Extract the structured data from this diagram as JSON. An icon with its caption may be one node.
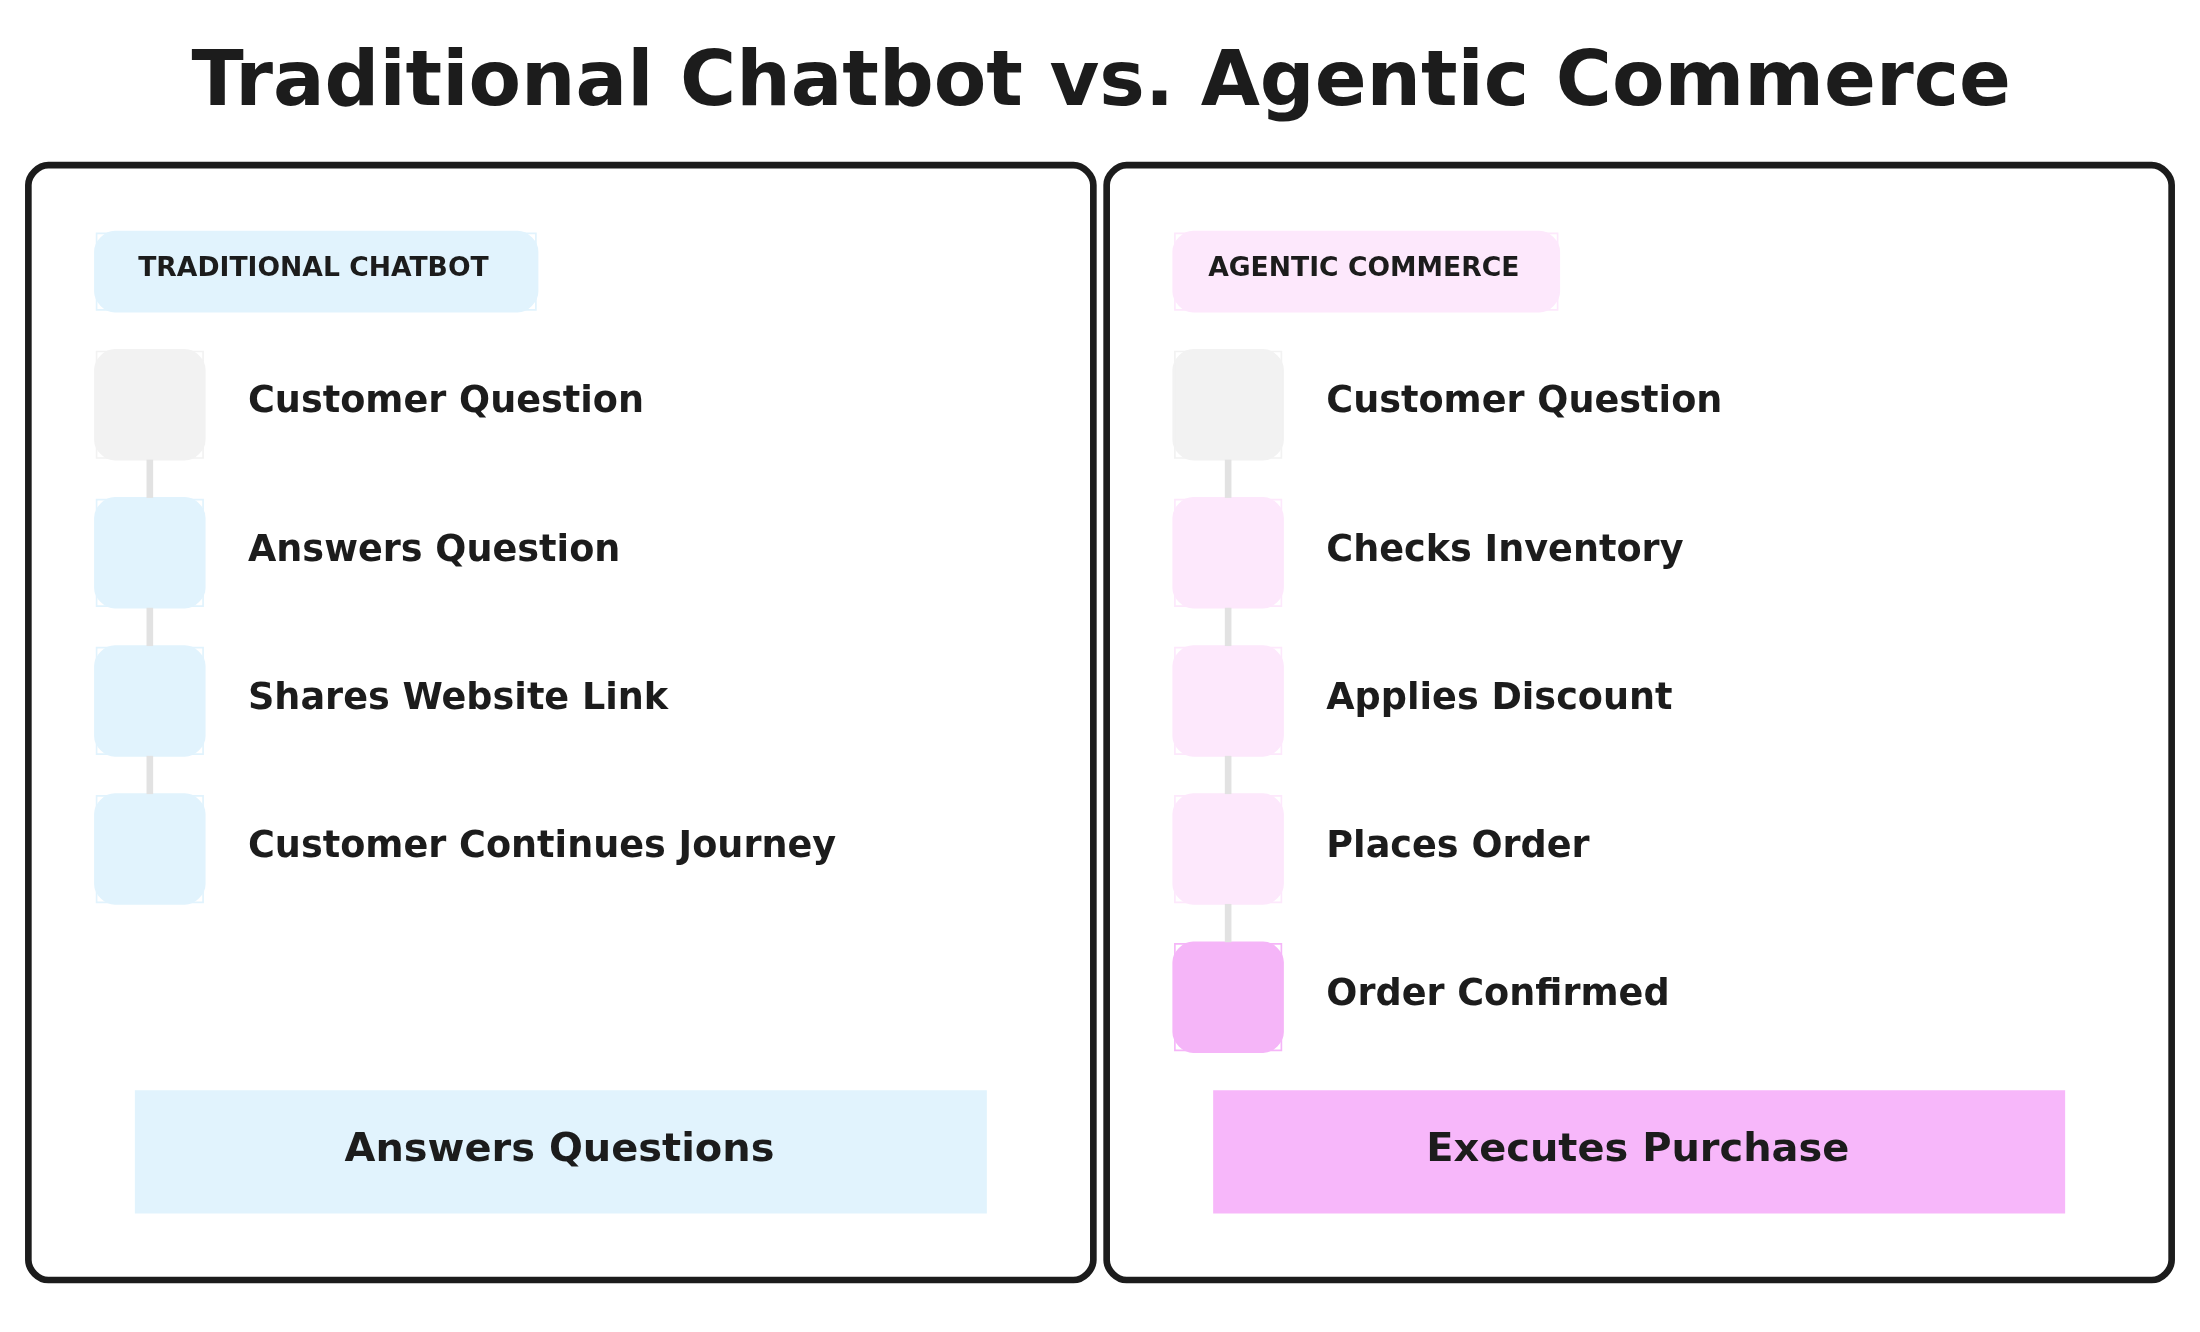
{
  "diagram": {
    "title": "Traditional Chatbot vs. Agentic Commerce",
    "nodes": [
      {
        "text": [],
        "shape": "box"
      },
      {
        "text": [
          "TRADITIONAL CHATBOT"
        ],
        "in": 0
      },
      {
        "text": [
          "Customer Question"
        ],
        "in": 0
      },
      {
        "text": [
          "Answers Question"
        ],
        "in": 0
      },
      {
        "text": [
          "Shares Website Link"
        ],
        "in": 0
      },
      {
        "text": [
          "Customer Continues Journey"
        ],
        "in": 0
      },
      {
        "text": [
          "Answers Questions"
        ],
        "in": 0
      },
      {
        "text": [],
        "shape": "box"
      },
      {
        "text": [
          "AGENTIC COMMERCE"
        ],
        "in": 7
      },
      {
        "text": [
          "Customer Question"
        ],
        "in": 7
      },
      {
        "text": [
          "Checks Inventory"
        ],
        "in": 7
      },
      {
        "text": [
          "Applies Discount"
        ],
        "in": 7
      },
      {
        "text": [
          "Places Order"
        ],
        "in": 7
      },
      {
        "text": [
          "Order Confirmed"
        ],
        "in": 7
      },
      {
        "text": [
          "Executes Purchase"
        ],
        "in": 7
      }
    ],
    "edges": [
      {
        "from": 2,
        "to": 3,
        "arrow": "none"
      },
      {
        "from": 3,
        "to": 4,
        "arrow": "none"
      },
      {
        "from": 4,
        "to": 5,
        "arrow": "none"
      },
      {
        "from": 9,
        "to": 10,
        "arrow": "none"
      },
      {
        "from": 10,
        "to": 11,
        "arrow": "none"
      },
      {
        "from": 11,
        "to": 12,
        "arrow": "none"
      },
      {
        "from": 12,
        "to": 13,
        "arrow": "none"
      }
    ]
  }
}
